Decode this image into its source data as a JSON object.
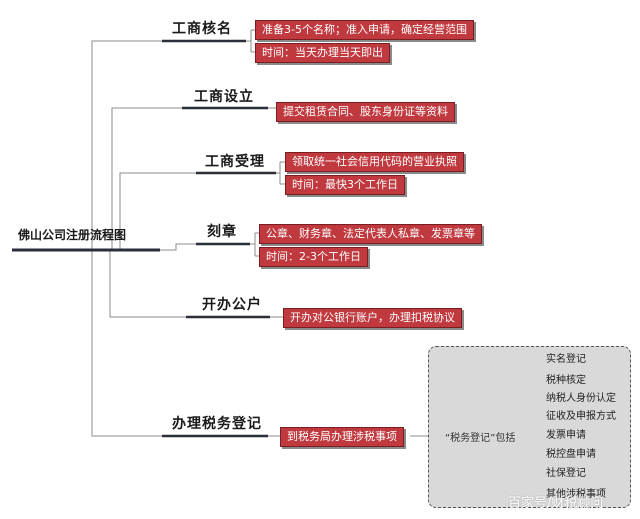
{
  "root": {
    "label": "佛山公司注册流程图"
  },
  "steps": [
    {
      "title": "工商核名",
      "notes": [
        "准备3-5个名称；准入申请，确定经营范围",
        "时间：当天办理当天即出"
      ]
    },
    {
      "title": "工商设立",
      "notes": [
        "提交租赁合同、股东身份证等资料"
      ]
    },
    {
      "title": "工商受理",
      "notes": [
        "领取统一社会信用代码的营业执照",
        "时间：最快3个工作日"
      ]
    },
    {
      "title": "刻章",
      "notes": [
        "公章、财务章、法定代表人私章、发票章等",
        "时间：2-3个工作日"
      ]
    },
    {
      "title": "开办公户",
      "notes": [
        "开办对公银行账户，办理扣税协议"
      ]
    },
    {
      "title": "办理税务登记",
      "notes": [
        "到税务局办理涉税事项"
      ]
    }
  ],
  "tax_registration": {
    "label": "“税务登记”包括",
    "items": [
      "实名登记",
      "税种核定",
      "纳税人身份认定",
      "征收及申报方式",
      "发票申请",
      "税控盘申请",
      "社保登记",
      "其他涉税事项"
    ]
  },
  "watermark": "百家号/财税顾问",
  "colors": {
    "note_fill": "#c0393f",
    "line": "#8c8c8c",
    "underline": "#2b2f3a",
    "panel_fill": "#d9d9d9"
  }
}
